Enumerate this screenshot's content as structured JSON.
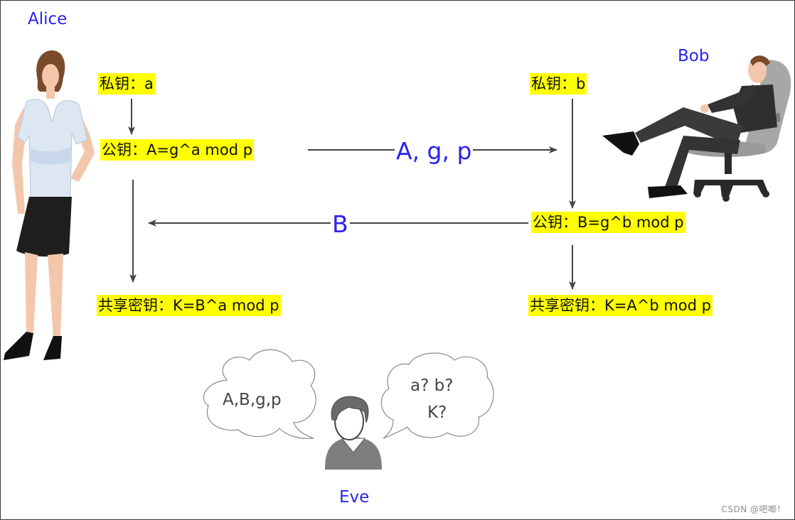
{
  "participants": {
    "alice": "Alice",
    "bob": "Bob",
    "eve": "Eve"
  },
  "alice": {
    "private_key": "私钥：a",
    "public_key": "公钥：A=g^a mod p",
    "shared_key": "共享密钥：K=B^a mod p"
  },
  "bob": {
    "private_key": "私钥：b",
    "public_key": "公钥：B=g^b mod p",
    "shared_key": "共享密钥：K=A^b mod p"
  },
  "messages": {
    "alice_to_bob": "A, g, p",
    "bob_to_alice": "B"
  },
  "eve": {
    "observed": "A,B,g,p",
    "unknown_line1": "a?  b?",
    "unknown_line2": "K?"
  },
  "watermark": "CSDN @吧唧！",
  "colors": {
    "name_text": "#2b22ee",
    "highlight": "#ffff00",
    "arrow": "#444444"
  }
}
